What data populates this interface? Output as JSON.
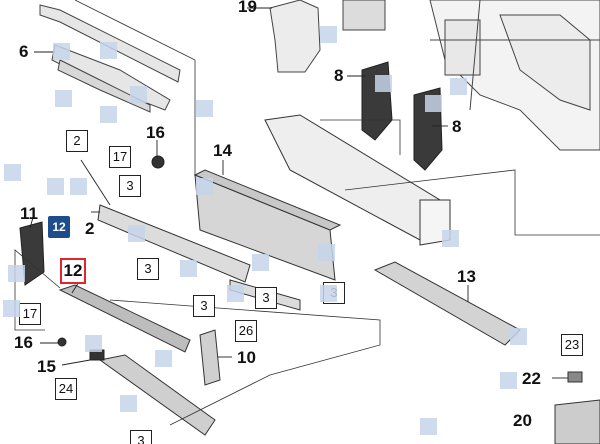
{
  "callouts": {
    "c2": "2",
    "c3a": "3",
    "c3b": "3",
    "c3c": "3",
    "c3d": "3",
    "c3e": "3",
    "c3f": "3",
    "c6": "6",
    "c8a": "8",
    "c8b": "8",
    "c10": "10",
    "c11": "11",
    "c12": "12",
    "c12sel": "12",
    "c12b": "2",
    "c13": "13",
    "c14": "14",
    "c15": "15",
    "c16a": "16",
    "c16b": "16",
    "c17a": "17",
    "c17b": "17",
    "c19": "19",
    "c20": "20",
    "c22": "22",
    "c23": "23",
    "c24": "24",
    "c26": "26"
  },
  "colors": {
    "selected_part": "#1e4d8c",
    "highlight": "#e0262a",
    "marker": "#c5d5ea"
  }
}
